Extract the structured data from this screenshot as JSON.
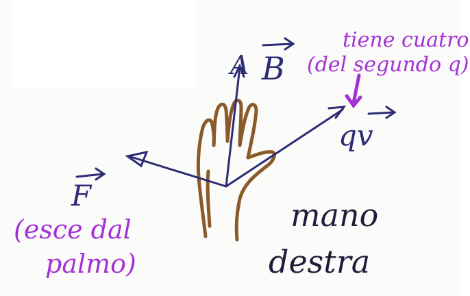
{
  "labels": {
    "b_vector": "B",
    "a_mark": "A",
    "velocity": "qv",
    "force": "F",
    "note_top_line1": "tiene cuatro",
    "note_top_line2": "(del segundo q)",
    "note_force_line1": "(esce dal",
    "note_force_line2": "palmo)",
    "hand_line1": "mano",
    "hand_line2": "destra"
  },
  "colors": {
    "ink_blue": "#2c2b74",
    "ink_purple": "#a431d6",
    "ink_brown": "#8a5a2b",
    "paper": "#fbfbf9",
    "blank_patch": "#ffffff"
  }
}
